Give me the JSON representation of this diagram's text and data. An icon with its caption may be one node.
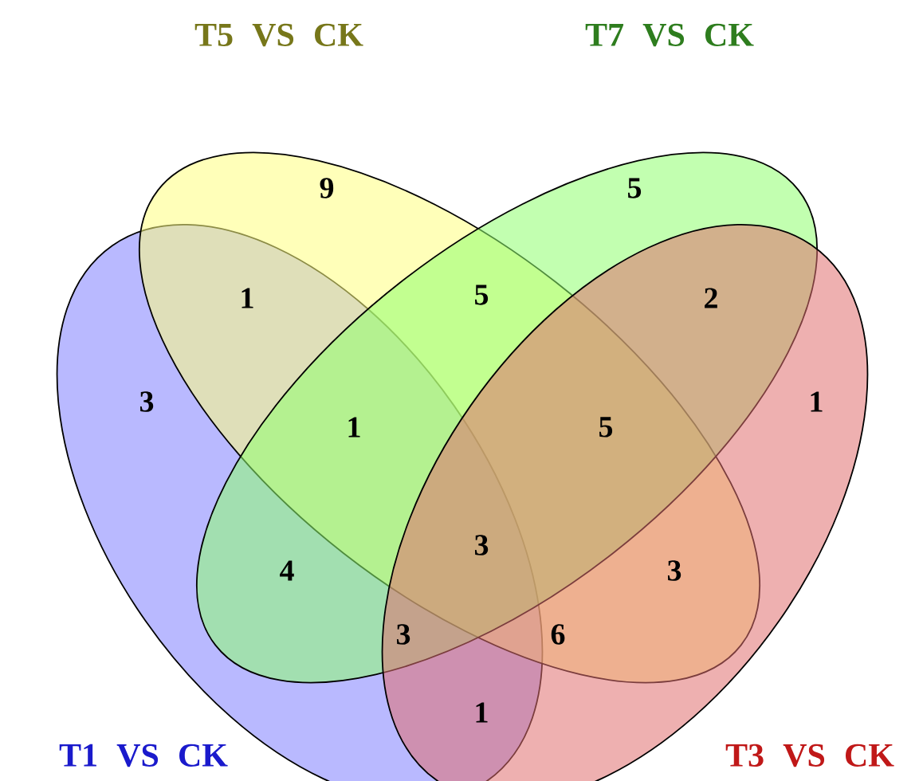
{
  "diagram": {
    "nodes": [
      {
        "text": [
          "T1  VS  CK"
        ]
      },
      {
        "text": [
          "T5  VS  CK"
        ]
      },
      {
        "text": [
          "T7  VS  CK"
        ]
      },
      {
        "text": [
          "T3  VS  CK"
        ]
      }
    ],
    "labels": [
      "9",
      "5",
      "1",
      "5",
      "2",
      "3",
      "1",
      "5",
      "1",
      "3",
      "4",
      "3",
      "3",
      "6",
      "1"
    ]
  }
}
